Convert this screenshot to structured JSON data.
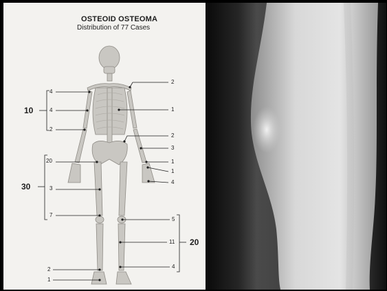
{
  "figure": {
    "title": "OSTEOID OSTEOMA",
    "subtitle": "Distribution of 77 Cases"
  },
  "left_labels": {
    "shoulder": "4",
    "humerus": "4",
    "forearm": "2",
    "group_upper": "10",
    "pelvis": "20",
    "femur": "3",
    "knee_left": "7",
    "group_lower": "30",
    "ankle": "2",
    "foot": "1"
  },
  "right_labels": {
    "clavicle": "2",
    "ribs": "1",
    "spine": "2",
    "radius": "3",
    "wrist": "1",
    "carpal": "1",
    "hand": "4",
    "knee_right": "5",
    "tibia": "11",
    "group_leg": "20",
    "ankle_right": "4"
  },
  "colors": {
    "bone": "#c9c7c2",
    "bone_edge": "#8f8c86",
    "ink": "#1e1e1e",
    "paper": "#f3f2ef"
  }
}
